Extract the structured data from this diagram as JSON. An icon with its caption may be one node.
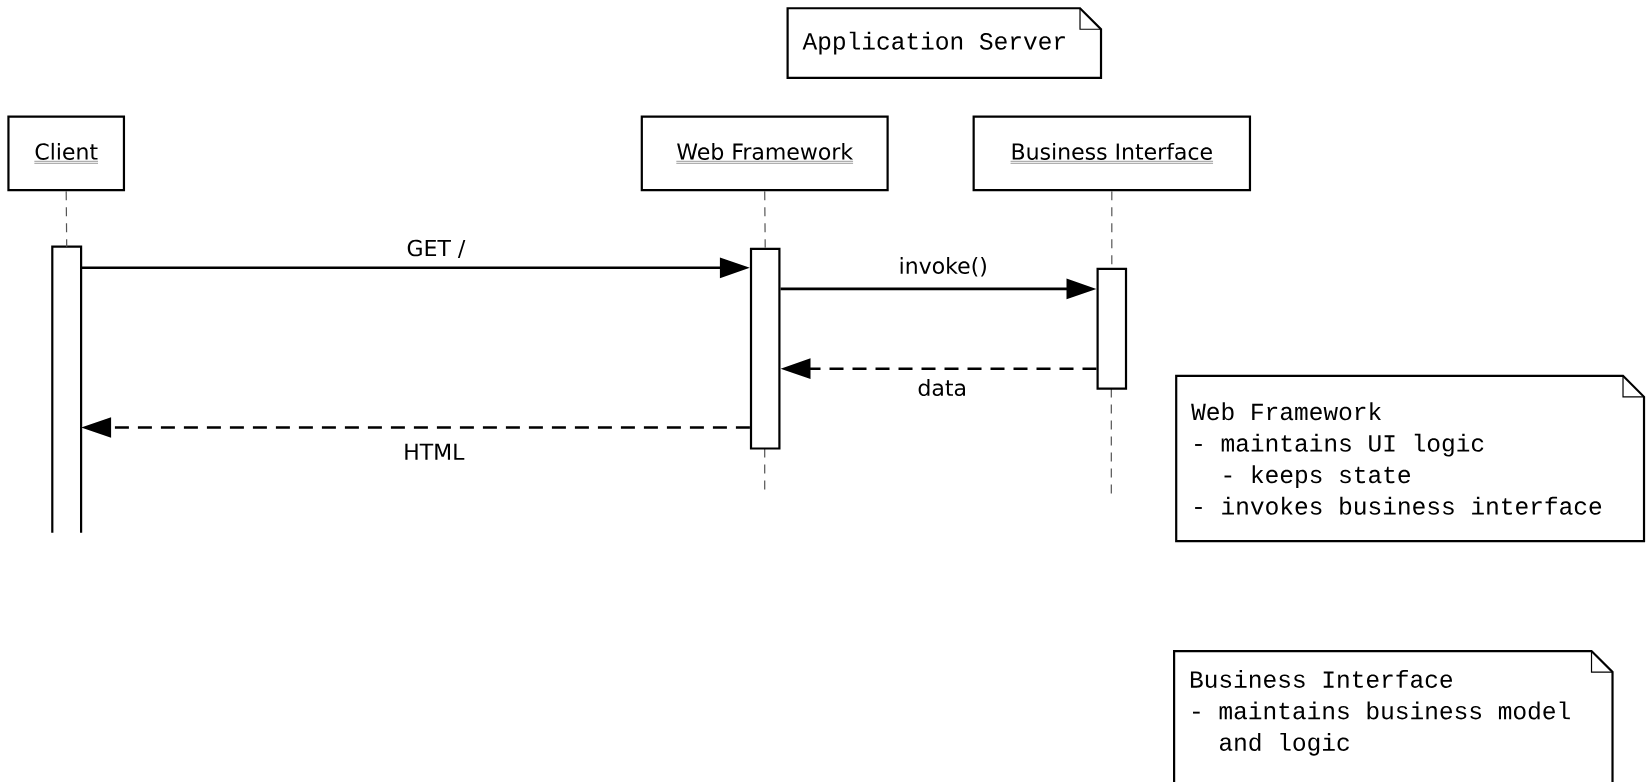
{
  "diagram": {
    "nodes": [
      {
        "text": [
          "Application Server"
        ]
      },
      {
        "text": [
          "Client"
        ]
      },
      {
        "text": [
          "Web Framework"
        ]
      },
      {
        "text": [
          "Business Interface"
        ]
      },
      {
        "text": [],
        "shape": "bar"
      },
      {
        "text": [],
        "shape": "bar"
      },
      {
        "text": [],
        "shape": "bar"
      },
      {
        "text": [
          "Web Framework",
          "- maintains UI logic",
          "- keeps state",
          "- invokes business interface"
        ]
      },
      {
        "text": [
          "Business Interface",
          "- maintains business model and logic"
        ]
      }
    ],
    "edges": [
      {
        "from": 4,
        "to": 5,
        "arrow": "to",
        "label": "GET /"
      },
      {
        "from": 5,
        "to": 6,
        "arrow": "to",
        "label": "invoke()"
      },
      {
        "from": 6,
        "to": 5,
        "arrow": "to",
        "label": "data",
        "style": "dashed"
      },
      {
        "from": 5,
        "to": 4,
        "arrow": "to",
        "label": "HTML",
        "style": "dashed"
      },
      {
        "from": 1,
        "to": 4,
        "arrow": "none",
        "style": "dashed",
        "color": "#555555"
      },
      {
        "from": 2,
        "to": 5,
        "arrow": "none",
        "style": "dashed",
        "color": "#555555"
      },
      {
        "from": 3,
        "to": 6,
        "arrow": "none",
        "style": "dashed",
        "color": "#555555"
      }
    ]
  }
}
